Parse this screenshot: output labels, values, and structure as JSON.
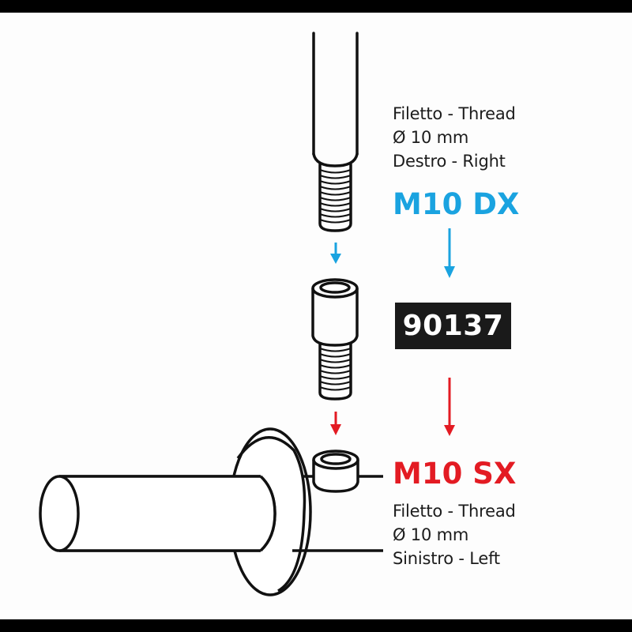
{
  "colors": {
    "right_thread": "#1aa3e0",
    "left_thread": "#e31b23",
    "line": "#111111",
    "part_box_bg": "#1a1a1a",
    "part_box_text": "#ffffff"
  },
  "top_spec": {
    "line1": "Filetto - Thread",
    "line2": "Ø 10 mm",
    "line3": "Destro - Right",
    "code": "M10 DX"
  },
  "part_number": "90137",
  "bottom_spec": {
    "code": "M10 SX",
    "line1": "Filetto - Thread",
    "line2": "Ø 10 mm",
    "line3": "Sinistro - Left"
  },
  "components": [
    {
      "name": "mirror-stem",
      "thread": "M10 DX"
    },
    {
      "name": "adapter",
      "part": "90137"
    },
    {
      "name": "handlebar-mount",
      "thread": "M10 SX"
    }
  ]
}
